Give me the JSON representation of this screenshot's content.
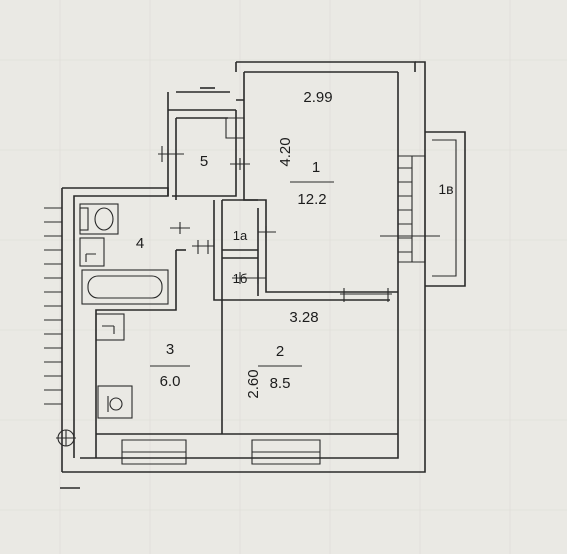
{
  "rooms": [
    {
      "id": "1",
      "area": "12.2"
    },
    {
      "id": "2",
      "area": "8.5"
    },
    {
      "id": "3",
      "area": "6.0"
    },
    {
      "id": "4"
    },
    {
      "id": "5"
    },
    {
      "id": "1а"
    },
    {
      "id": "1б"
    },
    {
      "id": "1в"
    }
  ],
  "dimensions": {
    "room1_width": "2.99",
    "room1_length": "4.20",
    "room2_width": "3.28",
    "room2_length": "2.60"
  },
  "colors": {
    "background": "#eae9e4",
    "lines": "#2a2a2a"
  }
}
